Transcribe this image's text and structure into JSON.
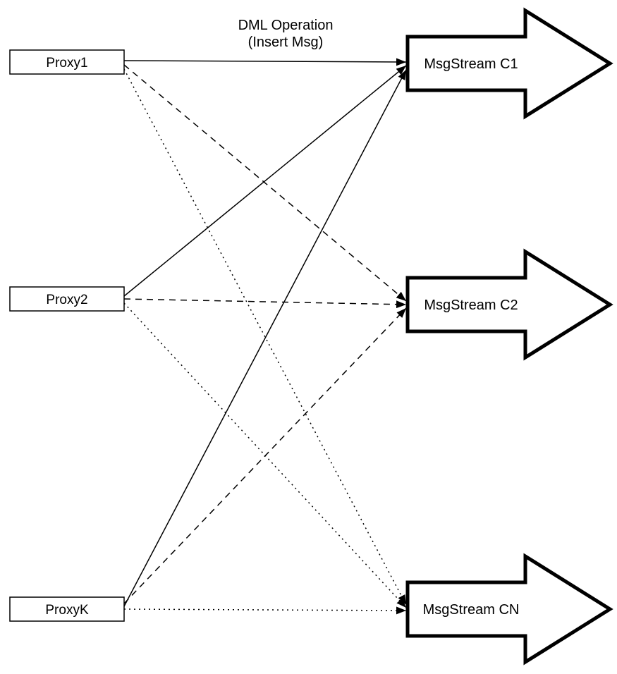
{
  "title_label": {
    "line1": "DML Operation",
    "line2": "(Insert Msg)"
  },
  "proxies": [
    {
      "label": "Proxy1"
    },
    {
      "label": "Proxy2"
    },
    {
      "label": "ProxyK"
    }
  ],
  "streams": [
    {
      "label": "MsgStream C1"
    },
    {
      "label": "MsgStream C2"
    },
    {
      "label": "MsgStream CN"
    }
  ],
  "connections": [
    {
      "from": "Proxy1",
      "to": "MsgStream C1",
      "style": "solid"
    },
    {
      "from": "Proxy2",
      "to": "MsgStream C1",
      "style": "solid"
    },
    {
      "from": "ProxyK",
      "to": "MsgStream C1",
      "style": "solid"
    },
    {
      "from": "Proxy1",
      "to": "MsgStream C2",
      "style": "dashed"
    },
    {
      "from": "Proxy2",
      "to": "MsgStream C2",
      "style": "dashed"
    },
    {
      "from": "ProxyK",
      "to": "MsgStream C2",
      "style": "dashed"
    },
    {
      "from": "Proxy1",
      "to": "MsgStream CN",
      "style": "dotted"
    },
    {
      "from": "Proxy2",
      "to": "MsgStream CN",
      "style": "dotted"
    },
    {
      "from": "ProxyK",
      "to": "MsgStream CN",
      "style": "dotted"
    }
  ],
  "colors": {
    "stroke": "#000000",
    "background": "#ffffff"
  }
}
